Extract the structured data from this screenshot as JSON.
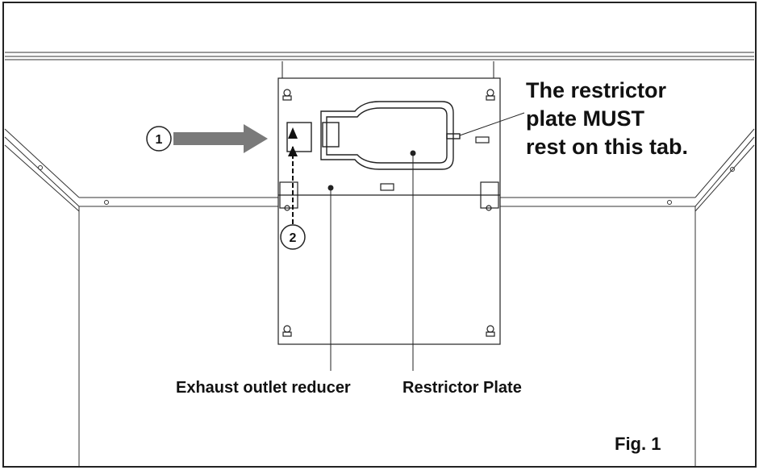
{
  "callout": {
    "line1": "The restrictor",
    "line2": "plate MUST",
    "line3": "rest on this tab."
  },
  "labels": {
    "exhaust": "Exhaust outlet reducer",
    "restrictor": "Restrictor Plate"
  },
  "steps": {
    "step1": "1",
    "step2": "2"
  },
  "figure": {
    "caption": "Fig. 1"
  },
  "colors": {
    "arrow": "#7a7a7a",
    "stroke": "#222222"
  }
}
